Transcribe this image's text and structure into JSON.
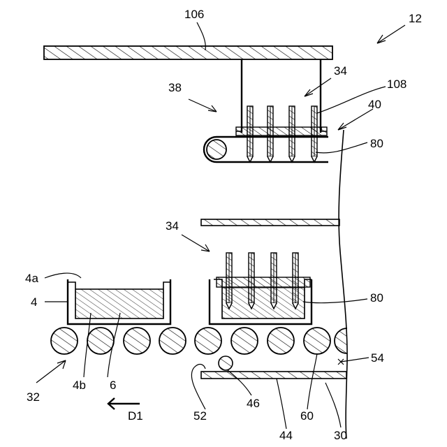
{
  "labels": {
    "l106": "106",
    "l12": "12",
    "l34_top": "34",
    "l108": "108",
    "l38": "38",
    "l40": "40",
    "l80_top": "80",
    "l34_mid": "34",
    "l4a": "4a",
    "l4": "4",
    "l80_mid": "80",
    "l54": "54",
    "l32": "32",
    "l4b": "4b",
    "l6": "6",
    "lD1": "D1",
    "l52": "52",
    "l46": "46",
    "l60": "60",
    "l44": "44",
    "l30": "30"
  }
}
